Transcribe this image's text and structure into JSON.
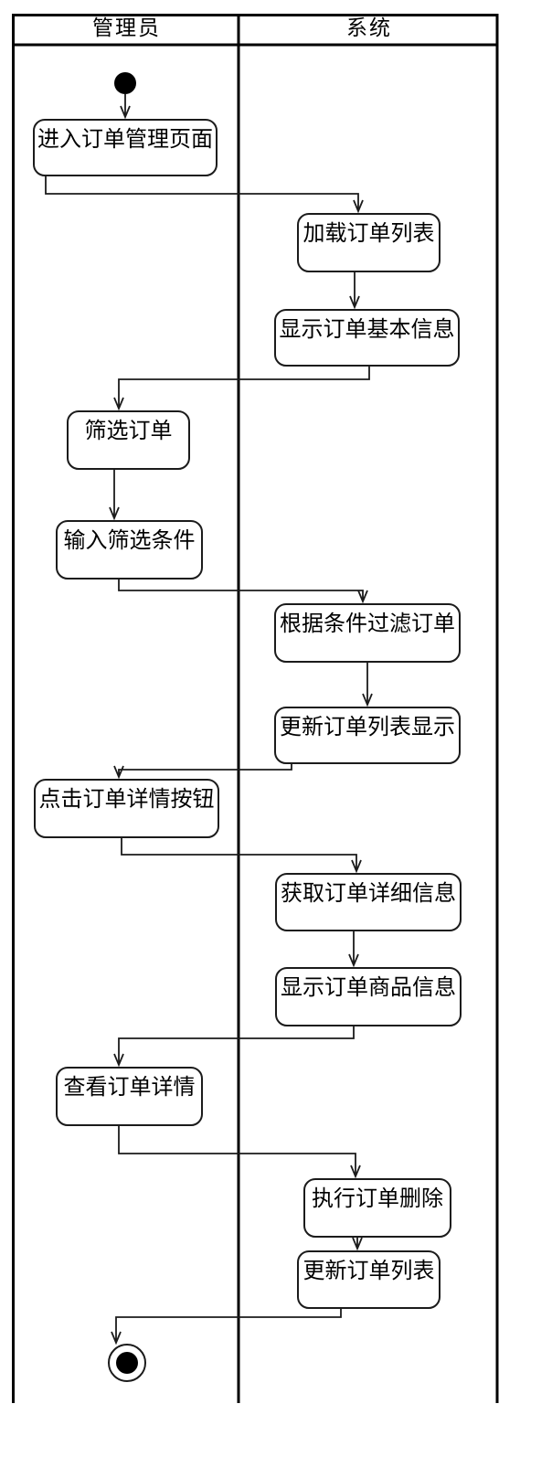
{
  "diagram": {
    "kind": "uml-activity-swimlane-diagram",
    "colors": {
      "background": "#ffffff",
      "line": "#000000",
      "node_fill": "#ffffff",
      "node_border": "#1b1b1b",
      "text": "#000000"
    },
    "lanes": [
      {
        "title": "管理员"
      },
      {
        "title": "系统"
      }
    ],
    "nodes": [
      {
        "id": "start",
        "type": "initial",
        "lane": "管理员",
        "label": ""
      },
      {
        "id": "a1",
        "type": "activity",
        "lane": "管理员",
        "label": "进入订单管理页面"
      },
      {
        "id": "s1",
        "type": "activity",
        "lane": "系统",
        "label": "加载订单列表"
      },
      {
        "id": "s2",
        "type": "activity",
        "lane": "系统",
        "label": "显示订单基本信息"
      },
      {
        "id": "a2",
        "type": "activity",
        "lane": "管理员",
        "label": "筛选订单"
      },
      {
        "id": "a3",
        "type": "activity",
        "lane": "管理员",
        "label": "输入筛选条件"
      },
      {
        "id": "s3",
        "type": "activity",
        "lane": "系统",
        "label": "根据条件过滤订单"
      },
      {
        "id": "s4",
        "type": "activity",
        "lane": "系统",
        "label": "更新订单列表显示"
      },
      {
        "id": "a4",
        "type": "activity",
        "lane": "管理员",
        "label": "点击订单详情按钮"
      },
      {
        "id": "s5",
        "type": "activity",
        "lane": "系统",
        "label": "获取订单详细信息"
      },
      {
        "id": "s6",
        "type": "activity",
        "lane": "系统",
        "label": "显示订单商品信息"
      },
      {
        "id": "a5",
        "type": "activity",
        "lane": "管理员",
        "label": "查看订单详情"
      },
      {
        "id": "s7",
        "type": "activity",
        "lane": "系统",
        "label": "执行订单删除"
      },
      {
        "id": "s8",
        "type": "activity",
        "lane": "系统",
        "label": "更新订单列表"
      },
      {
        "id": "end",
        "type": "final",
        "lane": "管理员",
        "label": ""
      }
    ],
    "edges": [
      [
        "start",
        "a1"
      ],
      [
        "a1",
        "s1"
      ],
      [
        "s1",
        "s2"
      ],
      [
        "s2",
        "a2"
      ],
      [
        "a2",
        "a3"
      ],
      [
        "a3",
        "s3"
      ],
      [
        "s3",
        "s4"
      ],
      [
        "s4",
        "a4"
      ],
      [
        "a4",
        "s5"
      ],
      [
        "s5",
        "s6"
      ],
      [
        "s6",
        "a5"
      ],
      [
        "a5",
        "s7"
      ],
      [
        "s7",
        "s8"
      ],
      [
        "s8",
        "end"
      ]
    ]
  }
}
